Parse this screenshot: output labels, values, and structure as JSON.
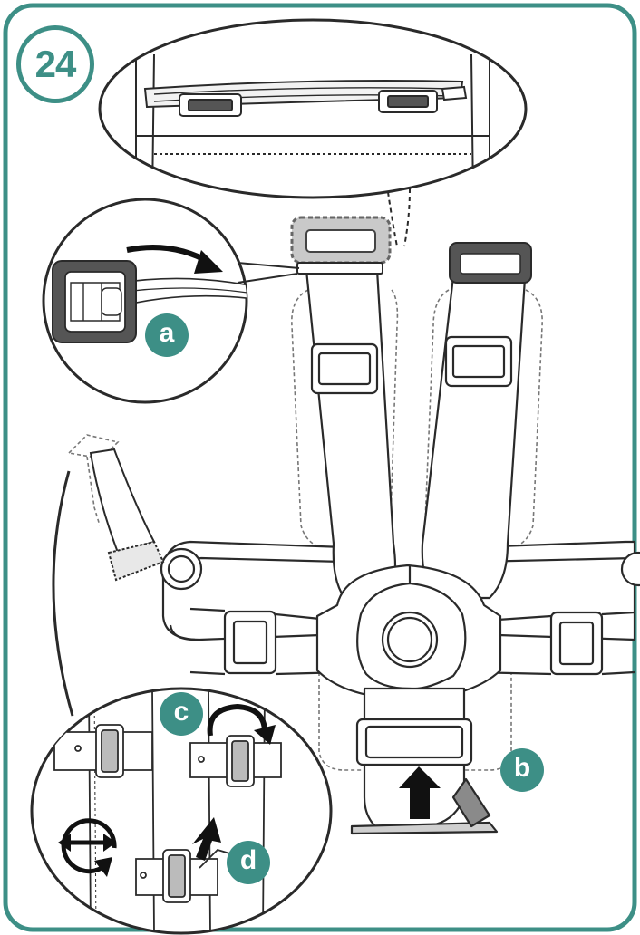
{
  "step": {
    "number": "24"
  },
  "callouts": {
    "a": "a",
    "b": "b",
    "c": "c",
    "d": "d"
  },
  "colors": {
    "frame": "#3d8f86",
    "badge": "#3d8f86",
    "badge_text": "#ffffff",
    "line": "#2a2a2a",
    "dashed": "#666666",
    "strap_fill": "#ffffff",
    "shadow": "#d8d8d8",
    "buckle_dark": "#444444"
  },
  "icons": {
    "pull_arrow": "curved-arrow-icon",
    "push_arrow": "up-arrow-icon",
    "rotate": "rotate-arrow-icon",
    "adjust": "bidirectional-arrow-icon"
  }
}
